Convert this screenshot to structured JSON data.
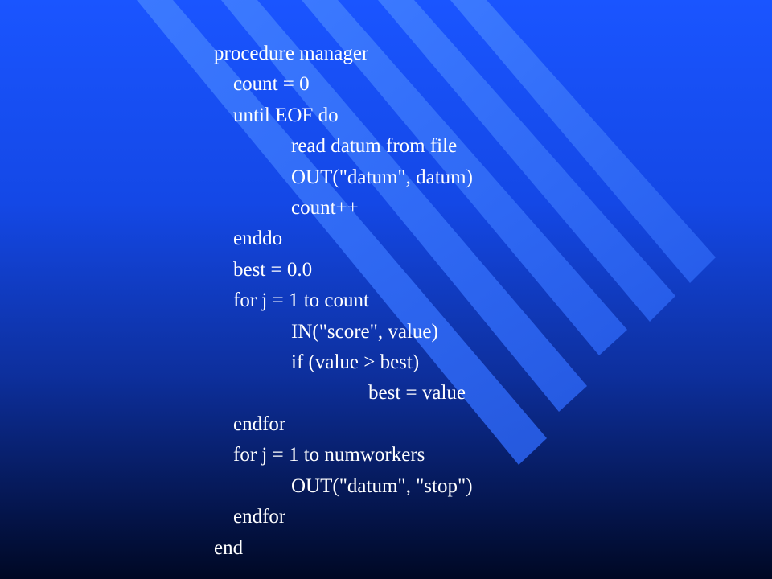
{
  "slide": {
    "colors": {
      "background_top": "#1a55ff",
      "background_bottom": "#000824",
      "stripe": "#3d7bff",
      "text": "#ffffff"
    },
    "code_lines": [
      {
        "text": "procedure manager",
        "indent": 0
      },
      {
        "text": "count = 0",
        "indent": 1
      },
      {
        "text": "until EOF do",
        "indent": 1
      },
      {
        "text": "read datum from file",
        "indent": 2
      },
      {
        "text": "OUT(\"datum\", datum)",
        "indent": 2
      },
      {
        "text": "count++",
        "indent": 2
      },
      {
        "text": "enddo",
        "indent": 1
      },
      {
        "text": "best = 0.0",
        "indent": 1
      },
      {
        "text": "for j = 1 to count",
        "indent": 1
      },
      {
        "text": "IN(\"score\", value)",
        "indent": 2
      },
      {
        "text": "if (value > best)",
        "indent": 2
      },
      {
        "text": "best = value",
        "indent": 3
      },
      {
        "text": "endfor",
        "indent": 1
      },
      {
        "text": "for j = 1 to numworkers",
        "indent": 1
      },
      {
        "text": "OUT(\"datum\", \"stop\")",
        "indent": 2
      },
      {
        "text": "endfor",
        "indent": 1
      },
      {
        "text": "end",
        "indent": 0
      }
    ]
  }
}
